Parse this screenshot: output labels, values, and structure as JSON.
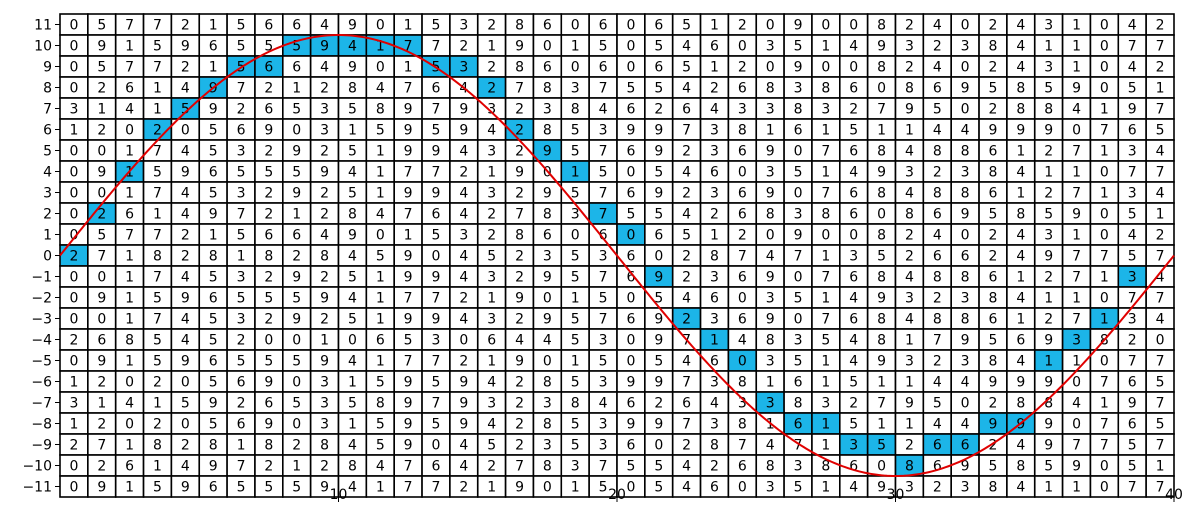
{
  "chart_data": {
    "type": "heatmap",
    "description_of_marks": "digit grid with highlighted cells along a sine-like curve",
    "title": "",
    "xlabel": "",
    "ylabel": "",
    "xlim": [
      0,
      40
    ],
    "ylim": [
      -11.5,
      11.5
    ],
    "x_ticks": [
      10,
      20,
      30,
      40
    ],
    "y_ticks": [
      11,
      10,
      9,
      8,
      7,
      6,
      5,
      4,
      3,
      2,
      1,
      0,
      -1,
      -2,
      -3,
      -4,
      -5,
      -6,
      -7,
      -8,
      -9,
      -10,
      -11
    ],
    "grid_rows": [
      "0577215664901532860606512090082402431042",
      "0915965559417721901505460351493238411077",
      "0577215664901532860606512090082402431042",
      "0261497212847642783755426838608695859051",
      "3141592653589793238462643383279502884197",
      "1202056903159594285399738161511449990765",
      "0017453292519943295769236907684886127134",
      "0915965559417721901505460351493238411077",
      "0017453292519943295769236907684886127134",
      "0261497212847642783755426838608695859051",
      "0577215664901532860606512090082402431042",
      "2718281828459045235360287471352662497757",
      "0017453292519943295769236907684886127134",
      "0915965559417721901505460351493238411077",
      "0017453292519943295769236907684886127134",
      "2685452001065306445309714835481795693820",
      "0915965559417721901505460351493238411077",
      "1202056903159594285399738161511449990765",
      "3141592653589793238462643383279502884197",
      "1202056903159594285399738161511449990765",
      "2718281828459045235360287471352662497757",
      "0261497212847642783755426838608695859051",
      "0915965559417721901505460351493238411077"
    ],
    "highlighted_cells": [
      [
        11,
        0
      ],
      [
        9,
        1
      ],
      [
        7,
        2
      ],
      [
        5,
        3
      ],
      [
        4,
        4
      ],
      [
        3,
        5
      ],
      [
        2,
        6
      ],
      [
        2,
        7
      ],
      [
        1,
        8
      ],
      [
        1,
        9
      ],
      [
        1,
        10
      ],
      [
        1,
        11
      ],
      [
        1,
        12
      ],
      [
        2,
        13
      ],
      [
        2,
        14
      ],
      [
        3,
        15
      ],
      [
        5,
        16
      ],
      [
        6,
        17
      ],
      [
        7,
        18
      ],
      [
        9,
        19
      ],
      [
        10,
        20
      ],
      [
        12,
        21
      ],
      [
        14,
        22
      ],
      [
        15,
        23
      ],
      [
        16,
        24
      ],
      [
        18,
        25
      ],
      [
        19,
        26
      ],
      [
        19,
        27
      ],
      [
        20,
        28
      ],
      [
        20,
        29
      ],
      [
        21,
        30
      ],
      [
        20,
        31
      ],
      [
        20,
        32
      ],
      [
        19,
        33
      ],
      [
        19,
        34
      ],
      [
        16,
        35
      ],
      [
        15,
        36
      ],
      [
        14,
        37
      ],
      [
        12,
        38
      ]
    ],
    "curve": {
      "function": "sine",
      "amplitude": 10.5,
      "period": 40,
      "x_range": [
        0,
        40
      ],
      "color": "#e00000"
    },
    "highlight_color": "#1cb5e8",
    "grid": true,
    "legend": "none"
  }
}
